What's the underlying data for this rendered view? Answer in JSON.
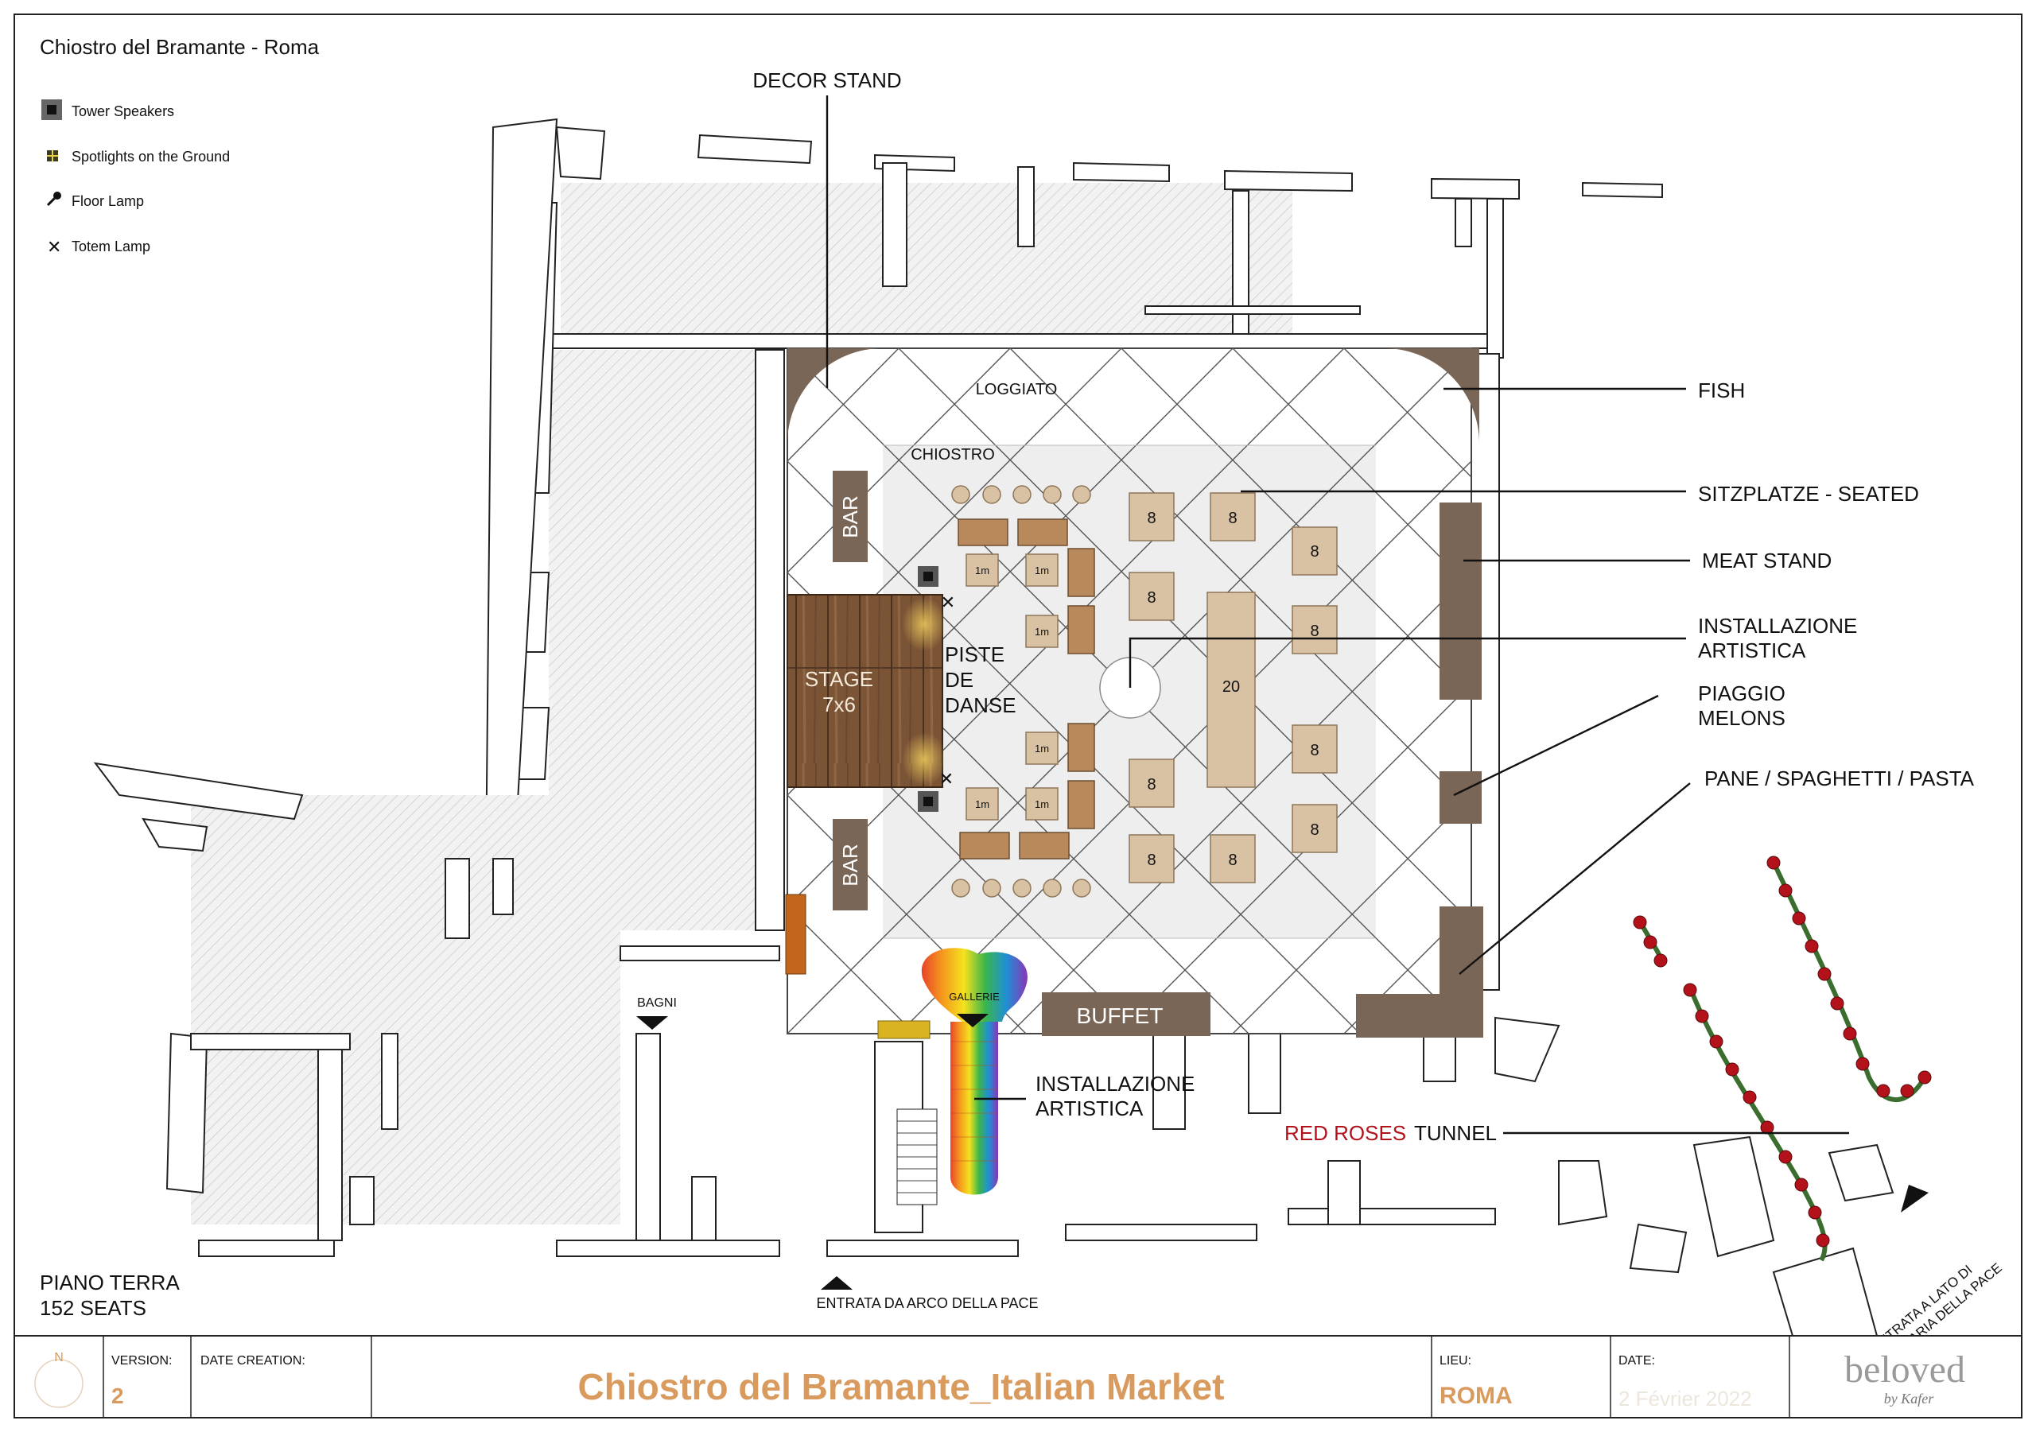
{
  "header": {
    "venue_title": "Chiostro del Bramante - Roma"
  },
  "legend": [
    {
      "icon": "tower-speaker-icon",
      "label": "Tower Speakers"
    },
    {
      "icon": "ground-spotlight-icon",
      "label": "Spotlights on the Ground"
    },
    {
      "icon": "floor-lamp-icon",
      "label": "Floor Lamp"
    },
    {
      "icon": "totem-lamp-icon",
      "label": "Totem Lamp"
    }
  ],
  "callouts": {
    "decor_stand": "DECOR STAND",
    "fish": "FISH",
    "seated": "SITZPLATZE - SEATED",
    "meat_stand": "MEAT STAND",
    "installazione_1a": "INSTALLAZIONE",
    "installazione_1b": "ARTISTICA",
    "piaggio_a": "PIAGGIO",
    "piaggio_b": "MELONS",
    "pane": "PANE / SPAGHETTI / PASTA",
    "installazione_2a": "INSTALLAZIONE",
    "installazione_2b": "ARTISTICA",
    "red_roses": "RED ROSES",
    "tunnel": "TUNNEL"
  },
  "plan_labels": {
    "loggiato": "LOGGIATO",
    "chiostro": "CHIOSTRO",
    "bar_top": "BAR",
    "bar_bottom": "BAR",
    "stage_a": "STAGE",
    "stage_b": "7x6",
    "dance_a": "PISTE",
    "dance_b": "DE",
    "dance_c": "DANSE",
    "buffet": "BUFFET",
    "bagni": "BAGNI",
    "gallerie": "GALLERIE",
    "entrance_main": "ENTRATA DA ARCO DELLA PACE",
    "entrance_side_a": "ENTRATA A LATO DI",
    "entrance_side_b": "SANTA MARIA DELLA PACE",
    "table_8": "8",
    "table_20": "20",
    "table_1m": "1m"
  },
  "floor_info": {
    "level": "PIANO TERRA",
    "seats": "152 SEATS"
  },
  "title_block": {
    "north": "N",
    "version_label": "VERSION:",
    "version_value": "2",
    "date_creation_label": "DATE CREATION:",
    "project_title": "Chiostro del Bramante_Italian Market",
    "lieu_label": "LIEU:",
    "lieu_value": "ROMA",
    "date_label": "DATE:",
    "date_value": "2 Février 2022",
    "brand": "beloved",
    "brand_sub": "by Kafer"
  },
  "colors": {
    "accent_orange": "#d99a5e",
    "stand_brown": "#7a6656",
    "table_beige": "#d9c2a3",
    "roses_red": "#b3121b",
    "stage_wood": "#7b5436"
  }
}
